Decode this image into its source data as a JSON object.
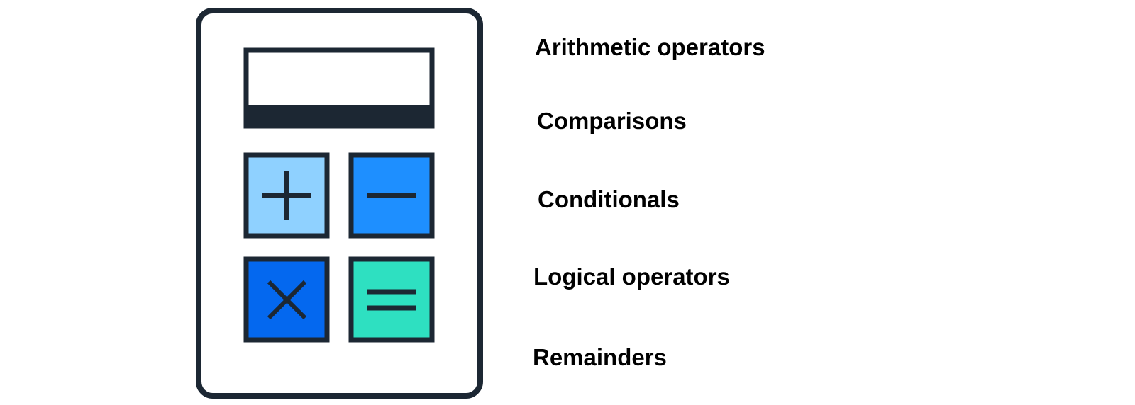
{
  "colors": {
    "outline": "#1c2733",
    "background": "#ffffff",
    "plus_key": "#8fd1ff",
    "minus_key": "#1e8fff",
    "multiply_key": "#0468ef",
    "equals_key": "#2ee0c1",
    "label_text": "#000000"
  },
  "icons": {
    "calculator": "calculator-icon",
    "plus": "plus-icon",
    "minus": "minus-icon",
    "multiply": "multiply-icon",
    "equals": "equals-icon"
  },
  "labels": [
    "Arithmetic operators",
    "Comparisons",
    "Conditionals",
    "Logical operators",
    "Remainders"
  ]
}
